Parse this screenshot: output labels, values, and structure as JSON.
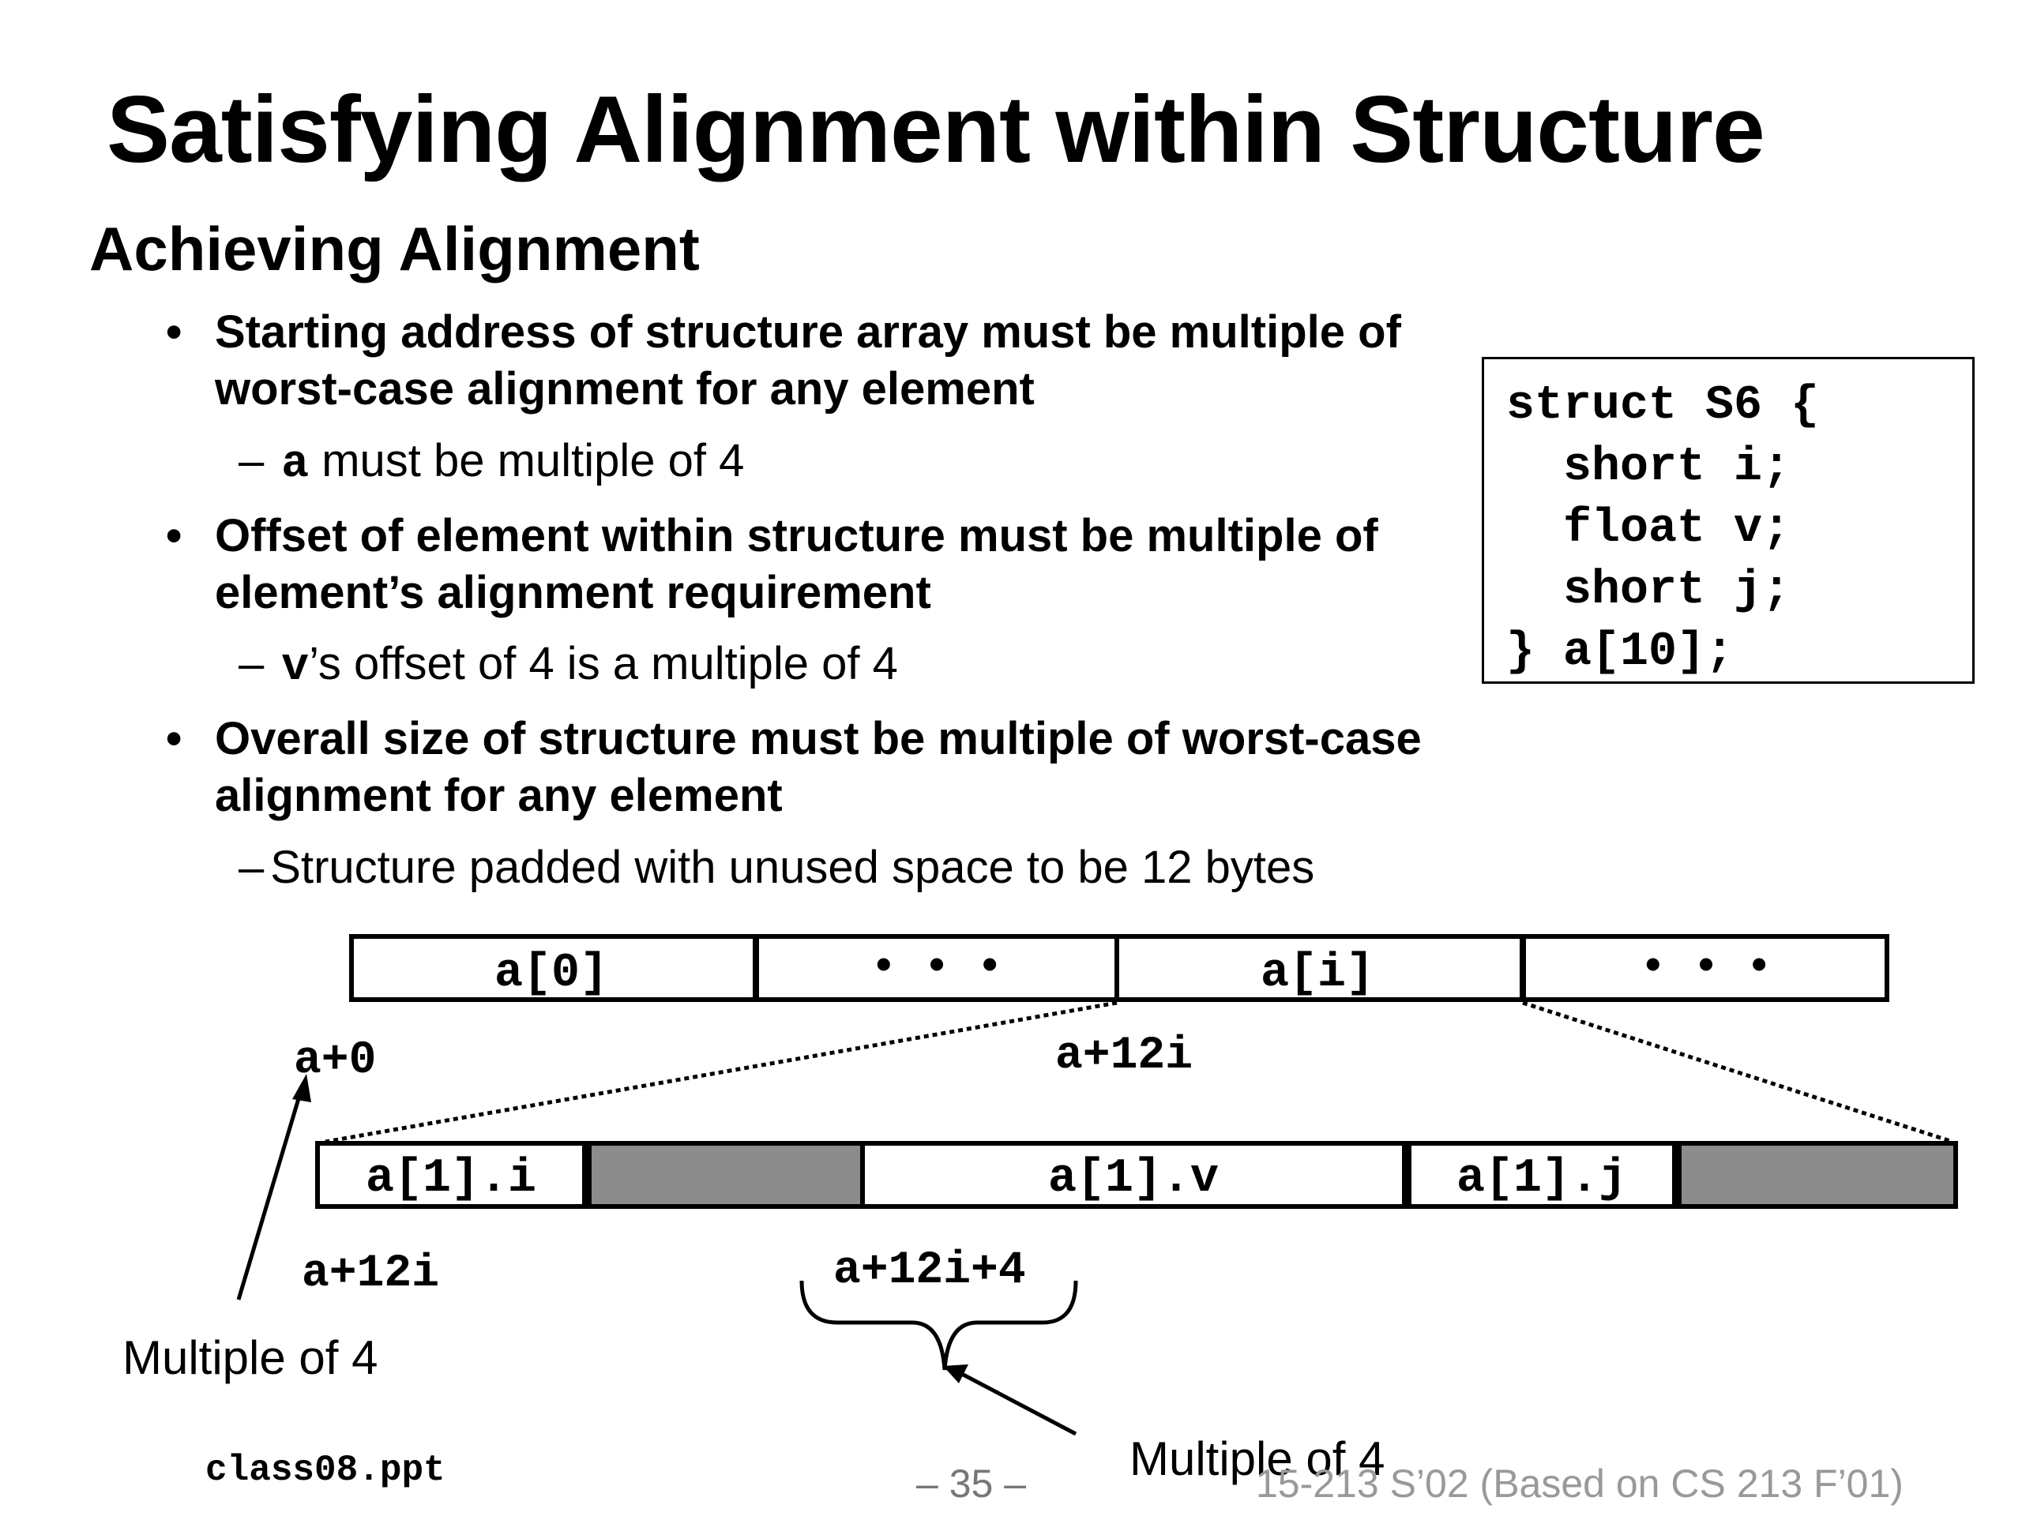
{
  "slide": {
    "title": "Satisfying Alignment within Structure",
    "subtitle": "Achieving Alignment"
  },
  "bullets": [
    {
      "text": "Starting address of structure array must be multiple of worst-case alignment for any element",
      "sub_code": "a",
      "sub_text": " must be multiple of 4"
    },
    {
      "text": "Offset of element within structure must be multiple of element’s alignment requirement",
      "sub_code": "v",
      "sub_text": "’s offset of 4 is a multiple of 4"
    },
    {
      "text": "Overall size of structure must be multiple of worst-case alignment for any element",
      "sub_code": "",
      "sub_text": "Structure padded with unused space to be 12 bytes"
    }
  ],
  "code": "struct S6 {\n  short i;\n  float v;\n  short j;\n} a[10];",
  "diagram": {
    "array_cells": [
      "a[0]",
      "• • •",
      "a[i]",
      "• • •"
    ],
    "struct_cells": [
      "a[1].i",
      "",
      "a[1].v",
      "a[1].j",
      ""
    ],
    "labels": {
      "a0": "a+0",
      "a12i_top": "a+12i",
      "a12i_bottom": "a+12i",
      "a12i4": "a+12i+4",
      "mult_left": "Multiple of 4",
      "mult_right": "Multiple of 4"
    },
    "colors": {
      "padding": "#8c8c8c",
      "border": "#000000"
    }
  },
  "footer": {
    "left": "class08.ppt",
    "page": "– 35 –",
    "right": "15-213 S’02 (Based on CS 213 F’01)"
  }
}
